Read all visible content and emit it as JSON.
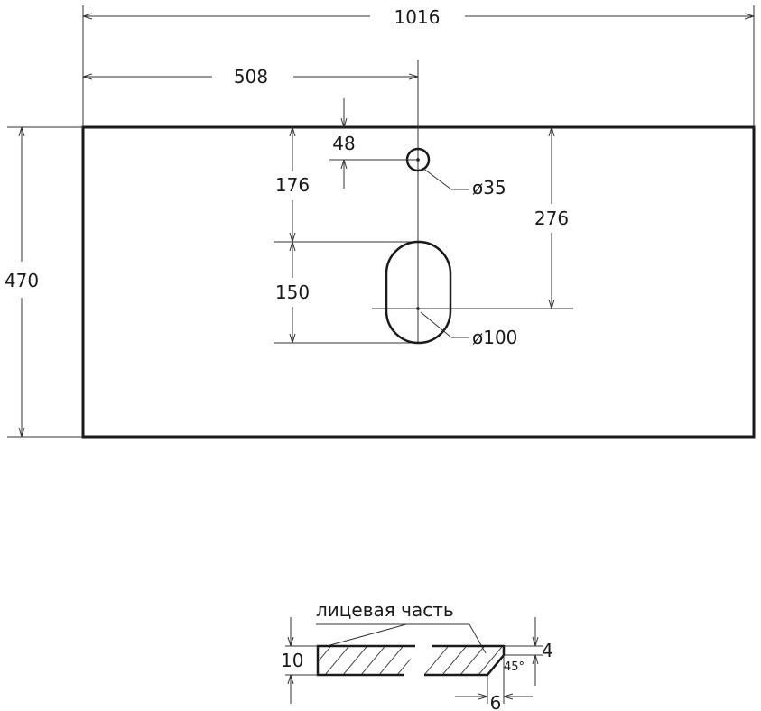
{
  "dimensions": {
    "overall_width": "1016",
    "half_width": "508",
    "depth": "470",
    "tap_hole_offset": "48",
    "tap_to_bowl": "176",
    "bowl_length": "150",
    "tap_to_drain": "276",
    "tap_hole_diameter": "ø35",
    "drain_diameter": "ø100"
  },
  "section": {
    "label": "лицевая часть",
    "thickness": "10",
    "bevel_height": "4",
    "bevel_width": "6",
    "bevel_angle": "45°"
  }
}
